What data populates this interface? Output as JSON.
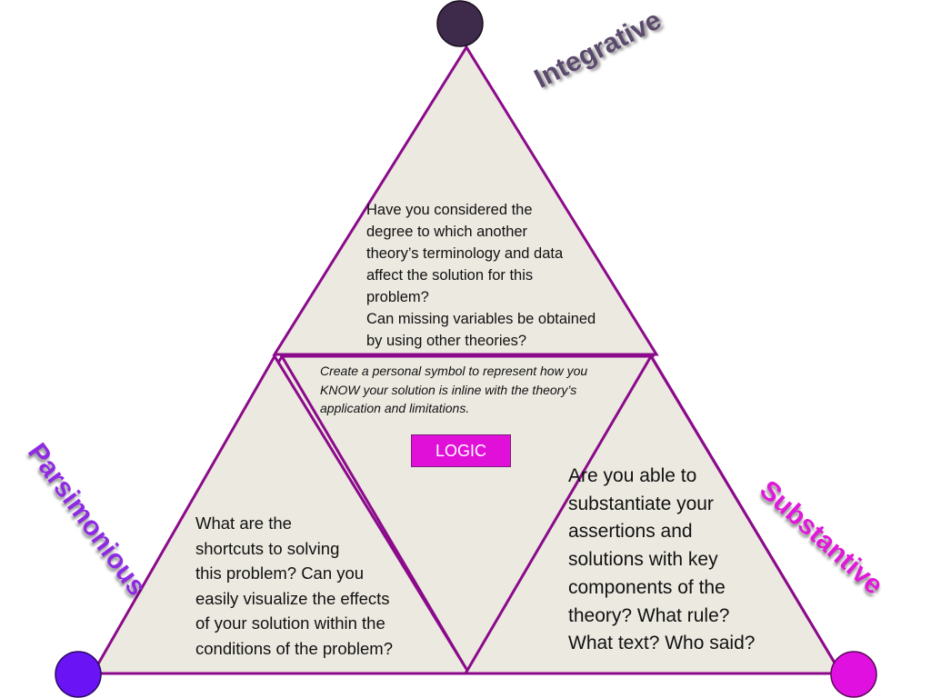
{
  "diagram": {
    "corners": {
      "top": "Integrative",
      "left": "Parsimonious",
      "right": "Substantive"
    },
    "top_question": "Have you considered the\ndegree to which another\ntheory’s terminology and data\n affect the solution for this\nproblem?\n Can missing variables be obtained\nby using other theories?",
    "center_instruction": "Create a personal symbol to represent how you\nKNOW your solution is inline with the theory’s\napplication and limitations.",
    "center_badge": "LOGIC",
    "left_question": "What are the\nshortcuts to solving\nthis problem? Can you\neasily visualize the effects\nof your solution within the\nconditions of the problem?",
    "right_question": " Are you able to\nsubstantiate your\nassertions and\nsolutions with key\ncomponents of the\ntheory? What rule?\nWhat text? Who said?"
  },
  "colors": {
    "fill": "#ece9e0",
    "stroke": "#8b0a8b",
    "node_top": "#3e2a4a",
    "node_left": "#6a14f5",
    "node_right": "#e010e0",
    "badge": "#e010d8"
  }
}
